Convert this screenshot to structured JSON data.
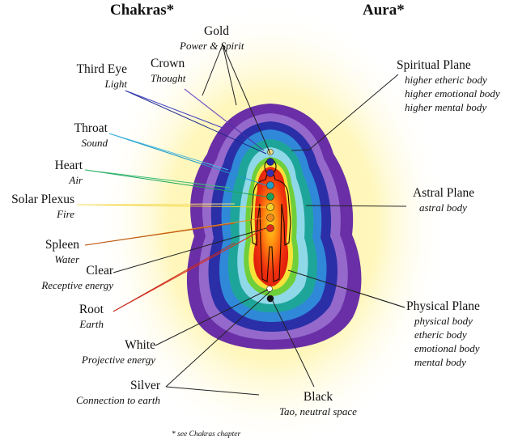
{
  "headings": {
    "chakras": "Chakras*",
    "aura": "Aura*"
  },
  "footnote": "* see Chakras chapter",
  "colors": {
    "crown": "#1e2a9a",
    "third_eye": "#3a2fb0",
    "throat": "#1f9bc8",
    "heart": "#1aa35a",
    "solar": "#f2d12a",
    "sacral": "#f08a1d",
    "root": "#e02a1a",
    "white": "#ffffff",
    "silver": "#e4e4e4",
    "black": "#111111",
    "gold": "#f6e27a"
  },
  "chakras": {
    "gold": {
      "name": "Gold",
      "desc": "Power & Spirit"
    },
    "crown": {
      "name": "Crown",
      "desc": "Thought"
    },
    "third_eye": {
      "name": "Third Eye",
      "desc": "Light"
    },
    "throat": {
      "name": "Throat",
      "desc": "Sound"
    },
    "heart": {
      "name": "Heart",
      "desc": "Air"
    },
    "solar": {
      "name": "Solar Plexus",
      "desc": "Fire"
    },
    "spleen": {
      "name": "Spleen",
      "desc": "Water"
    },
    "clear": {
      "name": "Clear",
      "desc": "Receptive energy"
    },
    "root": {
      "name": "Root",
      "desc": "Earth"
    },
    "white": {
      "name": "White",
      "desc": "Projective energy"
    },
    "silver": {
      "name": "Silver",
      "desc": "Connection to earth"
    },
    "black": {
      "name": "Black",
      "desc": "Tao, neutral space"
    }
  },
  "planes": {
    "spiritual": {
      "name": "Spiritual Plane",
      "bodies": [
        "higher etheric body",
        "higher emotional body",
        "higher mental body"
      ]
    },
    "astral": {
      "name": "Astral Plane",
      "bodies": [
        "astral body"
      ]
    },
    "physical": {
      "name": "Physical Plane",
      "bodies": [
        "physical body",
        "etheric body",
        "emotional body",
        "mental body"
      ]
    }
  }
}
